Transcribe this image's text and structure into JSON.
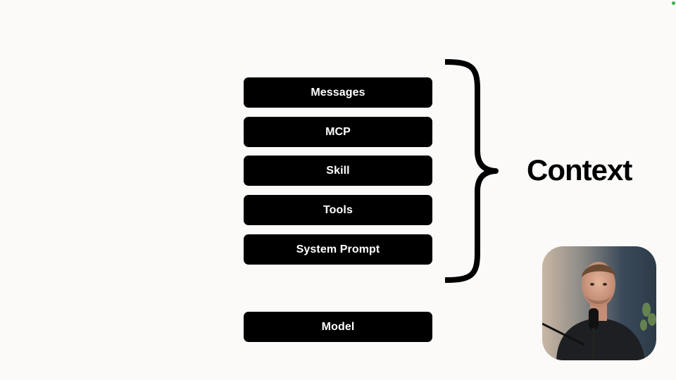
{
  "stack": {
    "context_items": [
      {
        "label": "Messages"
      },
      {
        "label": "MCP"
      },
      {
        "label": "Skill"
      },
      {
        "label": "Tools"
      },
      {
        "label": "System Prompt"
      }
    ],
    "model": {
      "label": "Model"
    }
  },
  "brace": {
    "label": "Context"
  },
  "presenter": {
    "icon": "presenter-video-icon"
  },
  "colors": {
    "block": "#000000",
    "block_text": "#ffffff",
    "background": "#fbfaf8",
    "status_dot": "#3fae4a"
  }
}
